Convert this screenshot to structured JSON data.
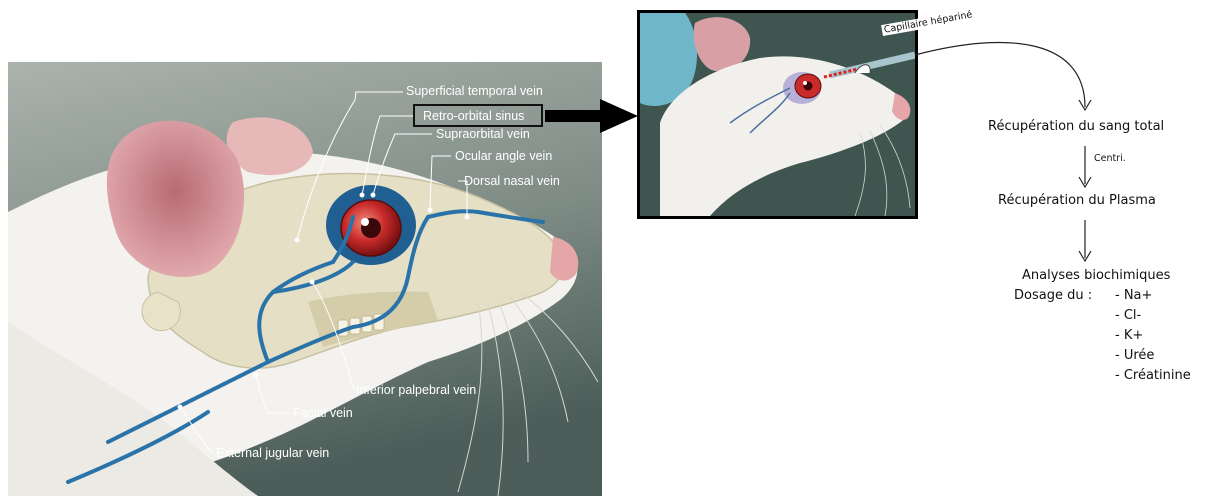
{
  "anatomy_labels": {
    "superficial_temporal_vein": "Superficial temporal vein",
    "retro_orbital_sinus": "Retro-orbital sinus",
    "supraorbital_vein": "Supraorbital vein",
    "ocular_angle_vein": "Ocular angle vein",
    "dorsal_nasal_vein": "Dorsal nasal vein",
    "inferior_palpebral_vein": "Inferior palpebral vein",
    "facial_vein": "Facial vein",
    "external_jugular_vein": "External jugular vein"
  },
  "inset": {
    "capillary_label": "Capillaire hépariné"
  },
  "flow": {
    "step1": "Récupération du sang total",
    "centrifuge": "Centri.",
    "step2": "Récupération du Plasma",
    "step3": "Analyses biochimiques",
    "dosage_prefix": "Dosage du :",
    "analytes": [
      "- Na+",
      "- Cl-",
      "- K+",
      "- Urée",
      "- Créatinine"
    ]
  },
  "colors": {
    "background_dark": "#4d5e5a",
    "background_light": "#aab3ac",
    "vein_blue": "#2a73a8",
    "fur_white": "#f3f2ee",
    "skull_bone": "#e5dfc6",
    "ear_pink": "#d99aa0",
    "eye_red": "#c92b2b"
  }
}
